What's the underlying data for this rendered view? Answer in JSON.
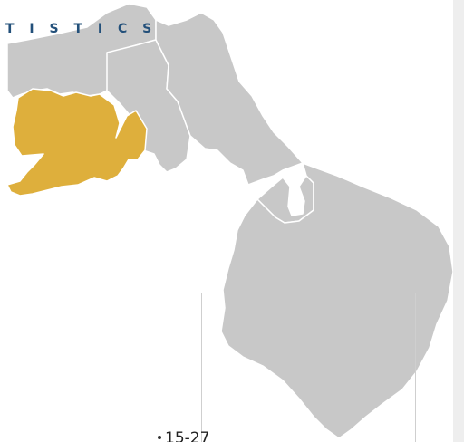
{
  "header": {
    "section_title": "T I S T I C S"
  },
  "colors": {
    "highlight_region": "#deaf3c",
    "default_region": "#c8c8c8",
    "region_border": "#ffffff",
    "title_text": "#23507a",
    "side_panel": "#eeeeee"
  },
  "map": {
    "regions": [
      {
        "id": "north-west",
        "state": "default"
      },
      {
        "id": "north-central",
        "state": "default"
      },
      {
        "id": "north-east-strip",
        "state": "default"
      },
      {
        "id": "south-west",
        "state": "highlighted"
      },
      {
        "id": "central-inlet",
        "state": "default"
      },
      {
        "id": "south-east",
        "state": "default"
      }
    ]
  },
  "legend": {
    "range_label": "15-27"
  }
}
